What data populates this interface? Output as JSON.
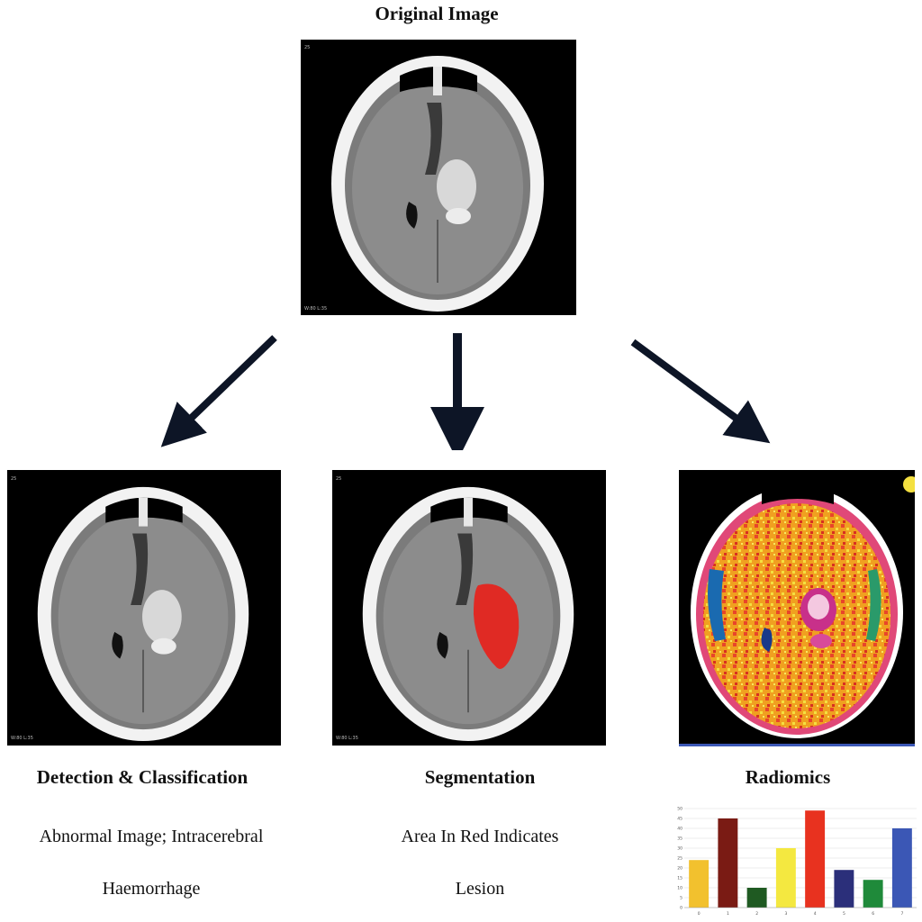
{
  "top": {
    "title": "Original Image",
    "corner_top": "25",
    "corner_bottom": "W:80 L:35"
  },
  "panels": [
    {
      "title": "Detection & Classification",
      "caption_line1": "Abnormal Image; Intracerebral",
      "caption_line2": "Haemorrhage",
      "corner_top": "25",
      "corner_bottom": "W:80 L:35"
    },
    {
      "title": "Segmentation",
      "caption_line1": "Area In Red Indicates",
      "caption_line2": "Lesion",
      "corner_top": "25",
      "corner_bottom": "W:80 L:35"
    },
    {
      "title": "Radiomics"
    }
  ],
  "colors": {
    "lesion": "#e02a24",
    "background": "#000000"
  },
  "chart_data": {
    "type": "bar",
    "categories": [
      "0",
      "1",
      "2",
      "3",
      "4",
      "5",
      "6",
      "7"
    ],
    "values": [
      24,
      45,
      10,
      30,
      49,
      19,
      14,
      40
    ],
    "colors": [
      "#f2c12e",
      "#7a1b14",
      "#1f5a22",
      "#f4e840",
      "#e8321f",
      "#2b2f7a",
      "#1f8a3a",
      "#3b57b5"
    ],
    "yticks": [
      "0",
      "5",
      "10",
      "15",
      "20",
      "25",
      "30",
      "35",
      "40",
      "45",
      "50"
    ],
    "ylim": [
      0,
      50
    ],
    "grid": true,
    "title": "",
    "xlabel": "",
    "ylabel": ""
  }
}
